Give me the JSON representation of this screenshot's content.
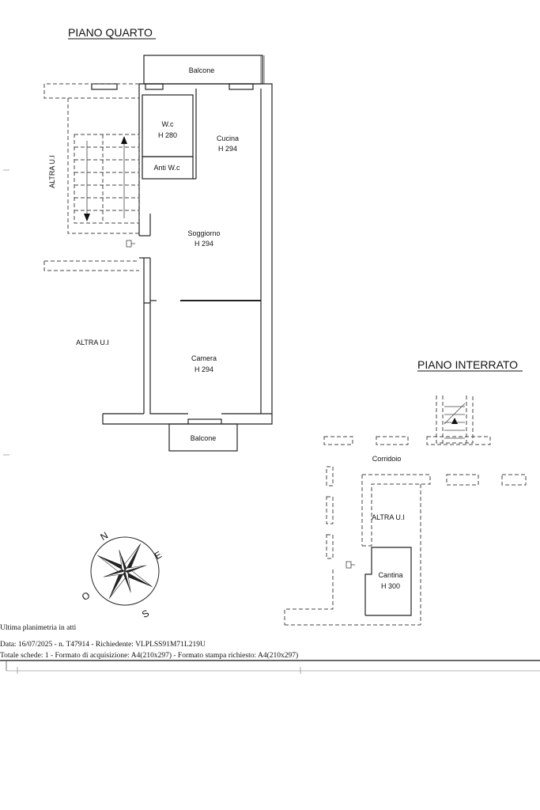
{
  "headings": {
    "upper_floor": "PIANO QUARTO",
    "basement": "PIANO INTERRATO"
  },
  "rooms": {
    "balcone_top": "Balcone",
    "wc": "W.c",
    "wc_height": "H 280",
    "cucina": "Cucina",
    "cucina_height": "H 294",
    "anti_wc": "Anti W.c",
    "soggiorno": "Soggiorno",
    "soggiorno_height": "H 294",
    "camera": "Camera",
    "camera_height": "H 294",
    "balcone_bottom": "Balcone",
    "altra_ui_vertical": "ALTRA U.I",
    "altra_ui_left": "ALTRA U.I",
    "corridoio": "Corridoio",
    "altra_ui_basement": "ALTRA U.I",
    "cantina": "Cantina",
    "cantina_height": "H 300"
  },
  "compass": {
    "north": "N",
    "east": "E",
    "south": "S",
    "west": "O",
    "icon": "compass-rose-icon"
  },
  "footer": {
    "line1": "Ultima planimetria in atti",
    "line2": "Data: 16/07/2025 - n. T47914 - Richiedente: VLPLSS91M71L219U",
    "line3": "Totale schede: 1 - Formato di acquisizione: A4(210x297)  - Formato stampa richiesto: A4(210x297)"
  }
}
